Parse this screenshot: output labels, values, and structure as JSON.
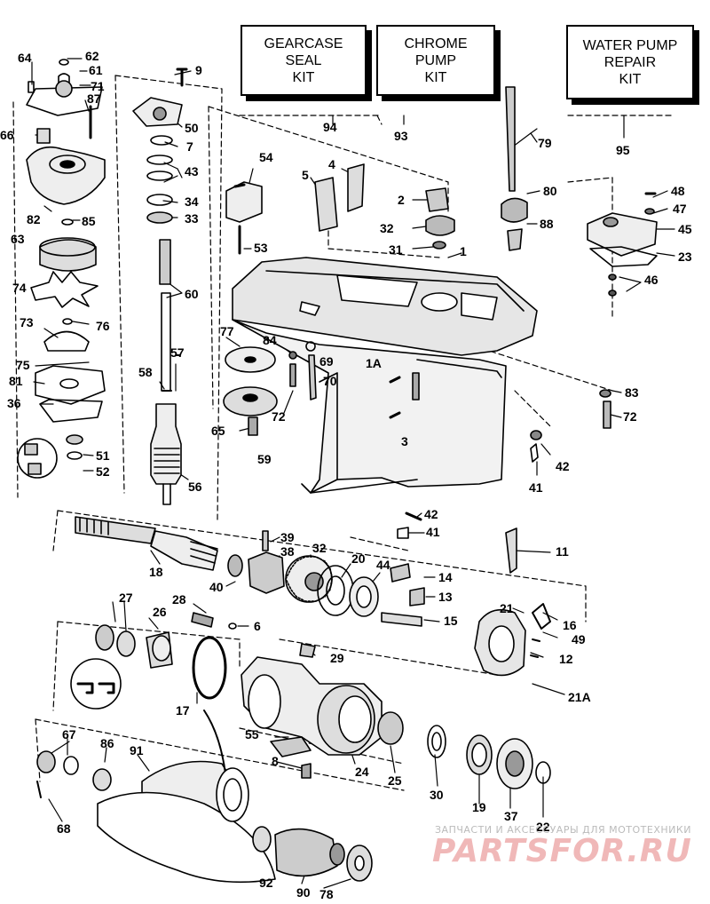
{
  "kits": [
    {
      "id": "gearcase-seal-kit",
      "lines": [
        "GEARCASE",
        "SEAL",
        "KIT"
      ]
    },
    {
      "id": "chrome-pump-kit",
      "lines": [
        "CHROME",
        "PUMP",
        "KIT"
      ]
    },
    {
      "id": "water-pump-repair-kit",
      "lines": [
        "WATER PUMP",
        "REPAIR",
        "KIT"
      ]
    }
  ],
  "callouts": [
    "64",
    "62",
    "61",
    "71",
    "87",
    "66",
    "82",
    "85",
    "63",
    "74",
    "76",
    "73",
    "75",
    "81",
    "36",
    "51",
    "52",
    "9",
    "50",
    "7",
    "43",
    "34",
    "33",
    "60",
    "58",
    "57",
    "56",
    "94",
    "93",
    "95",
    "79",
    "80",
    "88",
    "54",
    "53",
    "5",
    "4",
    "2",
    "32",
    "31",
    "1",
    "48",
    "47",
    "45",
    "23",
    "46",
    "77",
    "84",
    "69",
    "65",
    "72",
    "59",
    "1A",
    "70",
    "3",
    "83",
    "72",
    "42",
    "41",
    "42",
    "41",
    "39",
    "18",
    "38",
    "32",
    "20",
    "44",
    "11",
    "40",
    "14",
    "13",
    "15",
    "16",
    "49",
    "12",
    "21",
    "21A",
    "28",
    "6",
    "27",
    "26",
    "29",
    "17",
    "55",
    "24",
    "8",
    "25",
    "30",
    "19",
    "37",
    "22",
    "67",
    "86",
    "91",
    "68",
    "92",
    "90",
    "78"
  ],
  "watermark": {
    "tagline": "ЗАПЧАСТИ И АКСЕССУАРЫ ДЛЯ МОТОТЕХНИКИ",
    "logo": "PARTSFOR.RU"
  }
}
